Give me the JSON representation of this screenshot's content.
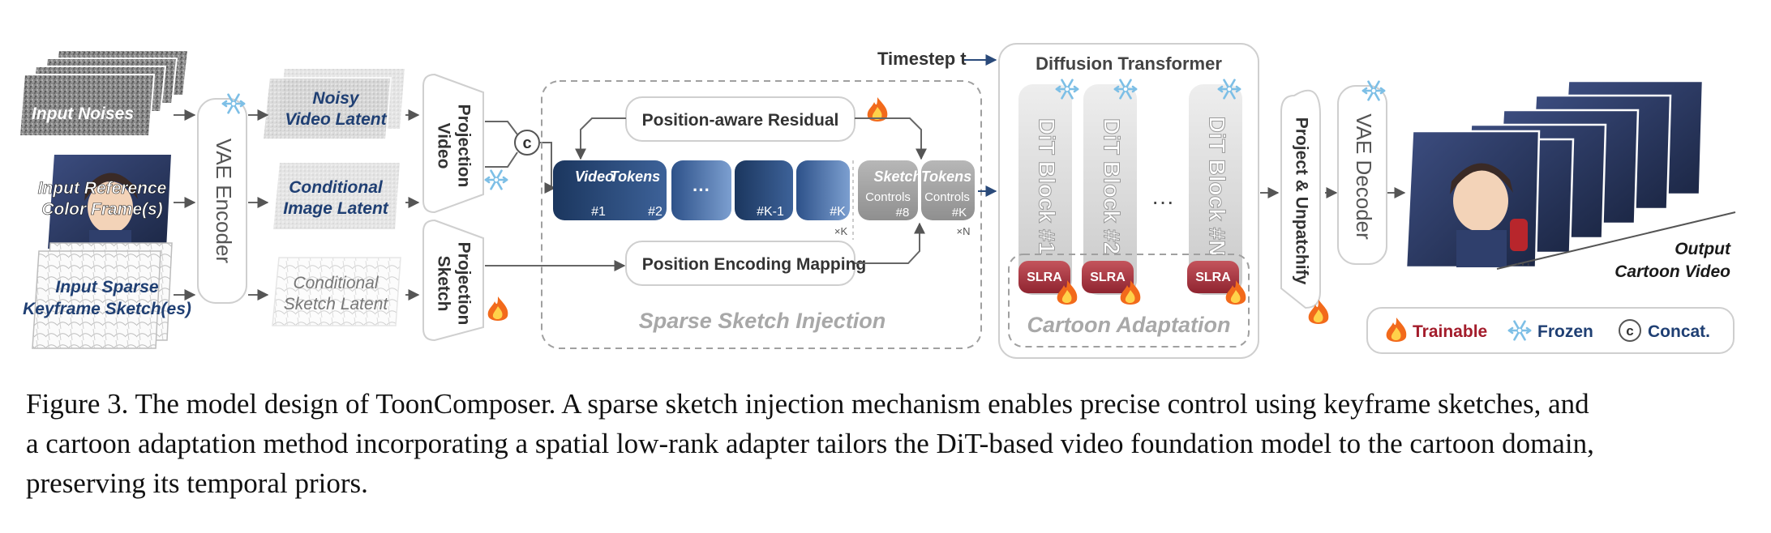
{
  "inputs": {
    "noises": "Input Noises",
    "reference": [
      "Input Reference",
      "Color Frame(s)"
    ],
    "sketch": [
      "Input Sparse",
      "Keyframe Sketch(es)"
    ]
  },
  "encoder": {
    "vae_encoder": "VAE Encoder"
  },
  "latents": {
    "noisy": [
      "Noisy",
      "Video Latent"
    ],
    "conditional_image": [
      "Conditional",
      "Image Latent"
    ],
    "conditional_sketch": [
      "Conditional",
      "Sketch Latent"
    ]
  },
  "projections": {
    "video": [
      "Video",
      "Projection"
    ],
    "sketch": [
      "Sketch",
      "Projection"
    ]
  },
  "concat_symbol": "c",
  "sparse_sketch": {
    "title": "Sparse Sketch Injection",
    "residual": "Position-aware Residual",
    "encoding": "Position Encoding Mapping",
    "video_tokens_label": [
      "Video",
      "Tokens"
    ],
    "video_tokens": [
      "#1",
      "#2",
      "···",
      "#K-1",
      "#K"
    ],
    "video_tokens_mult": "×K",
    "sketch_tokens_label": [
      "Sketch",
      "Tokens"
    ],
    "sketch_tokens": [
      {
        "ctrl": "Controls",
        "idx": "#8"
      },
      {
        "ctrl": "Controls",
        "idx": "#K"
      }
    ],
    "sketch_tokens_mult": "×N"
  },
  "timestep": "Timestep t",
  "dit": {
    "title": "Diffusion Transformer",
    "blocks": [
      "DiT Block #1",
      "DiT Block #2",
      "DiT Block #N"
    ],
    "dots": "···",
    "slra": "SLRA",
    "adaptation": "Cartoon Adaptation"
  },
  "decoder": {
    "project": "Project & Unpatchify",
    "vae_decoder": "VAE Decoder"
  },
  "output": {
    "label": [
      "Output",
      "Cartoon Video"
    ],
    "dots": "···"
  },
  "legend": {
    "trainable": "Trainable",
    "frozen": "Frozen",
    "concat_symbol": "c",
    "concat": "Concat."
  },
  "colors": {
    "token_dark": "#1b365e",
    "token_light": "#7c9fd0",
    "sketch_token": "#9a9a9a",
    "slra": "#a8333b",
    "label_blue": "#1f3f73",
    "trainable_text": "#a31c2b",
    "frozen_text": "#1f3f73",
    "fire": "#f26a1b",
    "snow": "#7dbfe6",
    "dashed": "#a0a0a0"
  },
  "caption": {
    "lines": [
      "Figure 3. The model design of ToonComposer. A sparse sketch injection mechanism enables precise control using keyframe sketches, and",
      "a cartoon adaptation method incorporating a spatial low-rank adapter tailors the DiT-based video foundation model to the cartoon domain,",
      "preserving its temporal priors."
    ]
  }
}
